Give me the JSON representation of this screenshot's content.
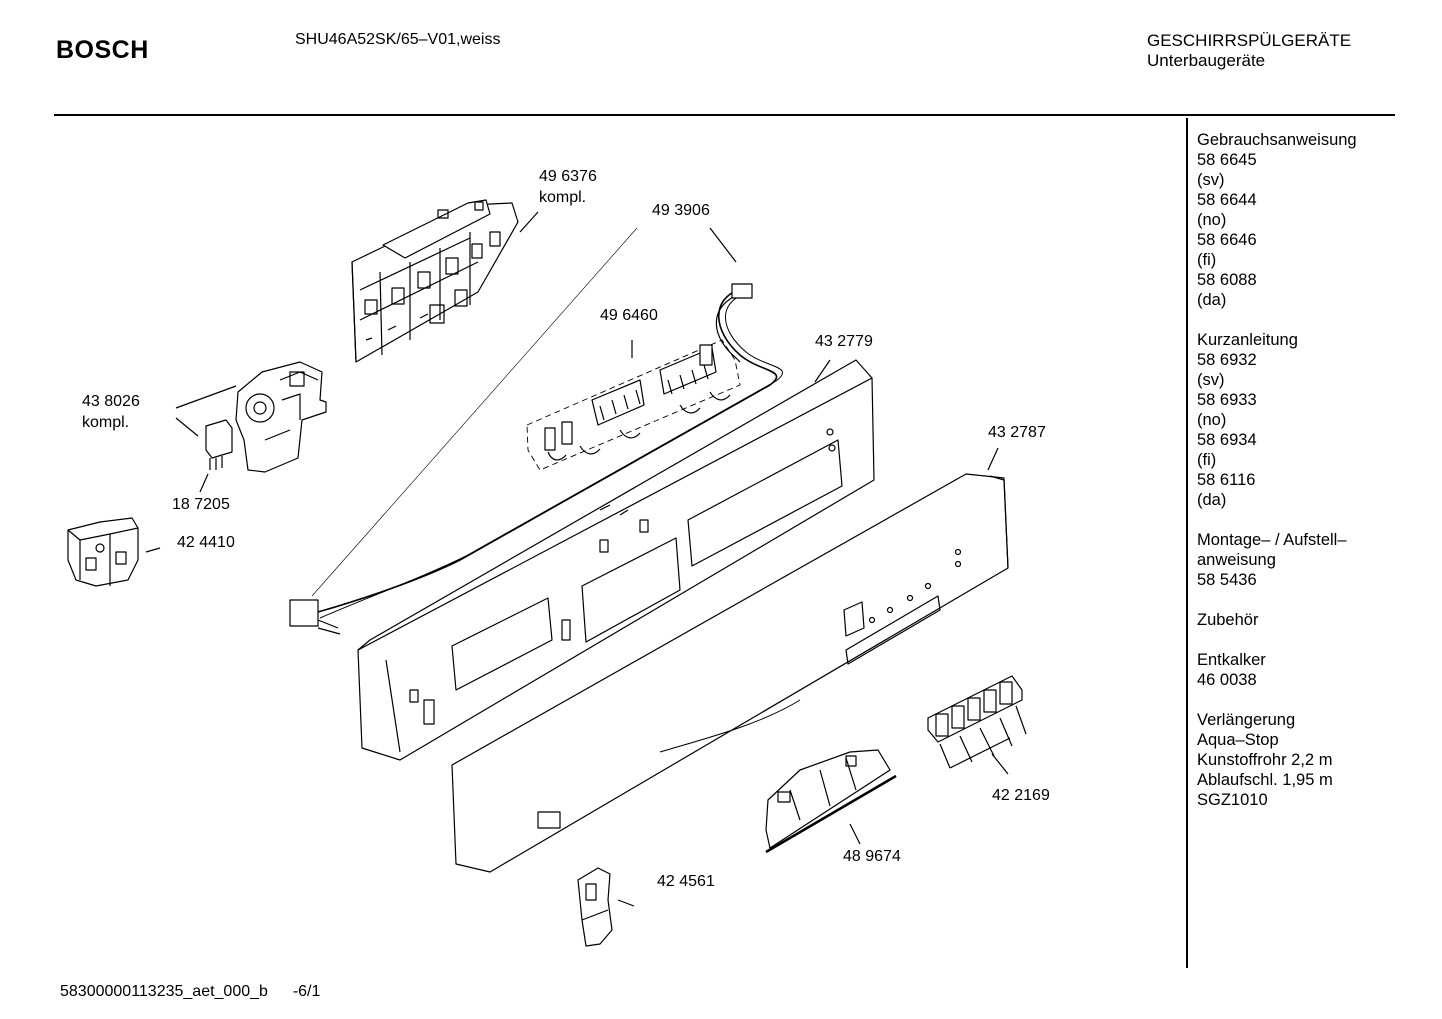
{
  "header": {
    "brand": "BOSCH",
    "model": "SHU46A52SK/65–V01,weiss",
    "category_line1": "GESCHIRRSPÜLGERÄTE",
    "category_line2": "Unterbaugeräte"
  },
  "sidebar": {
    "groups": [
      [
        "Gebrauchsanweisung",
        "58 6645",
        "(sv)",
        "58 6644",
        "(no)",
        "58 6646",
        "(fi)",
        "58 6088",
        "(da)"
      ],
      [
        "Kurzanleitung",
        "58 6932",
        "(sv)",
        "58 6933",
        "(no)",
        "58 6934",
        "(fi)",
        "58 6116",
        "(da)"
      ],
      [
        "Montage– / Aufstell–",
        "anweisung",
        "58 5436"
      ],
      [
        "Zubehör"
      ],
      [
        "Entkalker",
        "46 0038"
      ],
      [
        "Verlängerung",
        "Aqua–Stop",
        "Kunstoffrohr 2,2 m",
        "Ablaufschl. 1,95 m",
        "SGZ1010"
      ]
    ]
  },
  "parts": {
    "p496376_a": "49 6376",
    "p496376_b": "kompl.",
    "p493906": "49 3906",
    "p496460": "49 6460",
    "p432779": "43 2779",
    "p438026_a": "43 8026",
    "p438026_b": "kompl.",
    "p187205": "18 7205",
    "p424410": "42 4410",
    "p432787": "43 2787",
    "p422169": "42 2169",
    "p489674": "48 9674",
    "p424561": "42 4561"
  },
  "footer": {
    "doc_id": "58300000113235_aet_000_b",
    "page": "-6/1"
  }
}
